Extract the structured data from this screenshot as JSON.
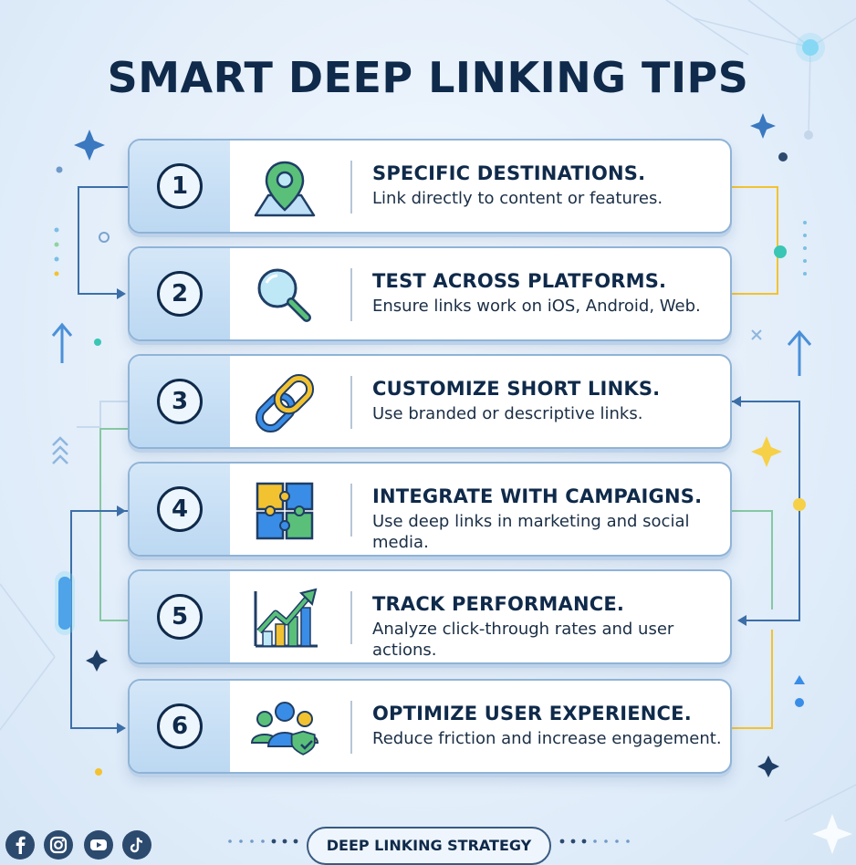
{
  "title": "SMART DEEP LINKING TIPS",
  "tips": [
    {
      "number": "1",
      "heading": "SPECIFIC DESTINATIONS.",
      "description": "Link directly to content or features.",
      "icon": "map-pin-icon"
    },
    {
      "number": "2",
      "heading": "TEST ACROSS PLATFORMS.",
      "description": "Ensure links work on iOS, Android, Web.",
      "icon": "magnifier-icon"
    },
    {
      "number": "3",
      "heading": "CUSTOMIZE SHORT LINKS.",
      "description": "Use branded or descriptive links.",
      "icon": "chain-link-icon"
    },
    {
      "number": "4",
      "heading": "INTEGRATE WITH CAMPAIGNS.",
      "description": "Use deep links in marketing and social media.",
      "icon": "puzzle-icon"
    },
    {
      "number": "5",
      "heading": "TRACK PERFORMANCE.",
      "description": "Analyze click-through rates and user actions.",
      "icon": "growth-chart-icon"
    },
    {
      "number": "6",
      "heading": "OPTIMIZE USER EXPERIENCE.",
      "description": "Reduce friction and increase engagement.",
      "icon": "users-shield-icon"
    }
  ],
  "footer": {
    "label": "DEEP LINKING STRATEGY",
    "social_icons": [
      "facebook-icon",
      "instagram-icon",
      "youtube-icon",
      "tiktok-icon"
    ]
  },
  "colors": {
    "navy": "#0f2a4a",
    "accent_blue": "#2f7dd3",
    "accent_green": "#3aa860",
    "accent_yellow": "#f2c230",
    "accent_teal": "#39c6b4"
  }
}
